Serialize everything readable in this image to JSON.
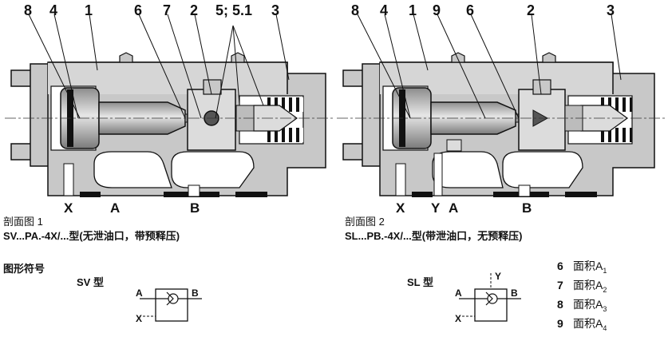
{
  "fig1": {
    "callouts": [
      "8",
      "4",
      "1",
      "6",
      "7",
      "2",
      "5; 5.1",
      "3"
    ],
    "ports": [
      "X",
      "A",
      "B"
    ],
    "caption_line1": "剖面图 1",
    "caption_line2": "SV...PA.-4X/...型(无泄油口，带预释压)"
  },
  "fig2": {
    "callouts": [
      "8",
      "4",
      "1",
      "9",
      "6",
      "2",
      "3"
    ],
    "ports": [
      "X",
      "Y",
      "A",
      "B"
    ],
    "caption_line1": "剖面图 2",
    "caption_line2": "SL...PB.-4X/...型(带泄油口，无预释压)"
  },
  "symbols": {
    "heading": "图形符号",
    "sv": {
      "title": "SV 型",
      "port_a": "A",
      "port_b": "B",
      "port_x": "X"
    },
    "sl": {
      "title": "SL 型",
      "port_a": "A",
      "port_b": "B",
      "port_x": "X",
      "port_y": "Y"
    }
  },
  "legend": [
    {
      "num": "6",
      "label": "面积",
      "sym": "A",
      "sub": "1"
    },
    {
      "num": "7",
      "label": "面积",
      "sym": "A",
      "sub": "2"
    },
    {
      "num": "8",
      "label": "面积",
      "sym": "A",
      "sub": "3"
    },
    {
      "num": "9",
      "label": "面积",
      "sym": "A",
      "sub": "4"
    }
  ],
  "colors": {
    "body": "#c8c8c8",
    "inner": "#dcdcdc",
    "dark": "#1a1a1a",
    "passage": "#ffffff",
    "spool": "#a9a9a9"
  }
}
